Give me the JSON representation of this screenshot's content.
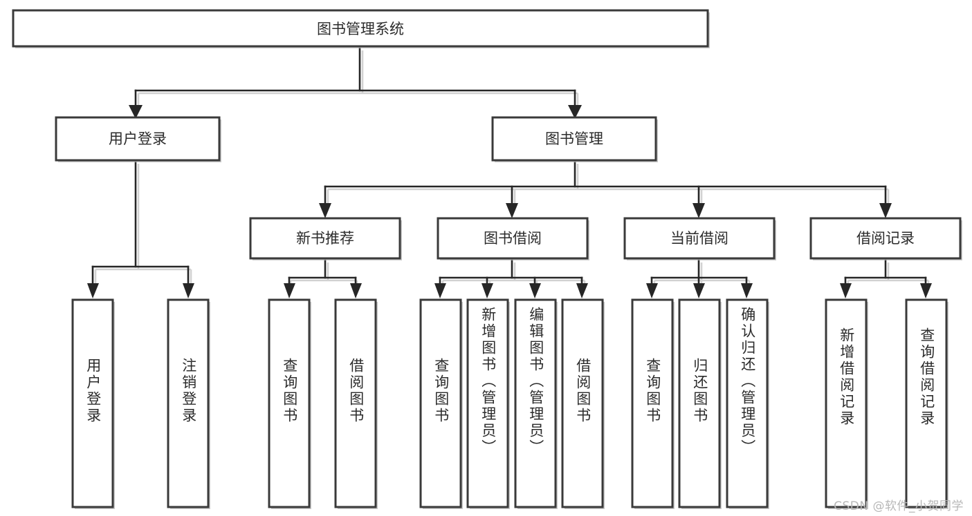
{
  "diagram": {
    "type": "tree-hierarchy",
    "title_node": {
      "label": "图书管理系统"
    },
    "level2": [
      {
        "label": "用户登录"
      },
      {
        "label": "图书管理"
      }
    ],
    "level3": [
      {
        "label": "新书推荐"
      },
      {
        "label": "图书借阅"
      },
      {
        "label": "当前借阅"
      },
      {
        "label": "借阅记录"
      }
    ],
    "leaves": {
      "user_login": [
        {
          "label": "用户登录"
        },
        {
          "label": "注销登录"
        }
      ],
      "new_book_recommend": [
        {
          "label": "查询图书"
        },
        {
          "label": "借阅图书"
        }
      ],
      "book_borrow": [
        {
          "label": "查询图书"
        },
        {
          "label": "新增图书（管理员）"
        },
        {
          "label": "编辑图书（管理员）"
        },
        {
          "label": "借阅图书"
        }
      ],
      "current_borrow": [
        {
          "label": "查询图书"
        },
        {
          "label": "归还图书"
        },
        {
          "label": "确认归还（管理员）"
        }
      ],
      "borrow_record": [
        {
          "label": "新增借阅记录"
        },
        {
          "label": "查询借阅记录"
        }
      ]
    }
  },
  "watermark": {
    "text": "CSDN @软件_小贺同学"
  },
  "colors": {
    "background": "#ffffff",
    "box_stroke": "#3a3a3a",
    "connector": "#262626",
    "text": "#2b2b2b",
    "watermark": "#b7b7b7"
  }
}
